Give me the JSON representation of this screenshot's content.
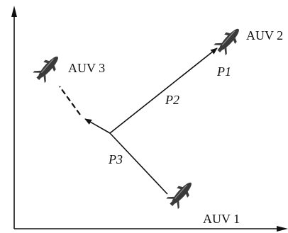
{
  "vehicles": [
    {
      "id": "auv1",
      "label": "AUV 1"
    },
    {
      "id": "auv2",
      "label": "AUV 2"
    },
    {
      "id": "auv3",
      "label": "AUV 3"
    }
  ],
  "points": [
    {
      "id": "p1",
      "label": "P1"
    },
    {
      "id": "p2",
      "label": "P2"
    },
    {
      "id": "p3",
      "label": "P3"
    }
  ],
  "colors": {
    "line": "#111111",
    "auv_body": "#3a3a3a",
    "auv_highlight": "#8a8a8a"
  },
  "icons": {
    "auv": "torpedo-auv-icon"
  }
}
